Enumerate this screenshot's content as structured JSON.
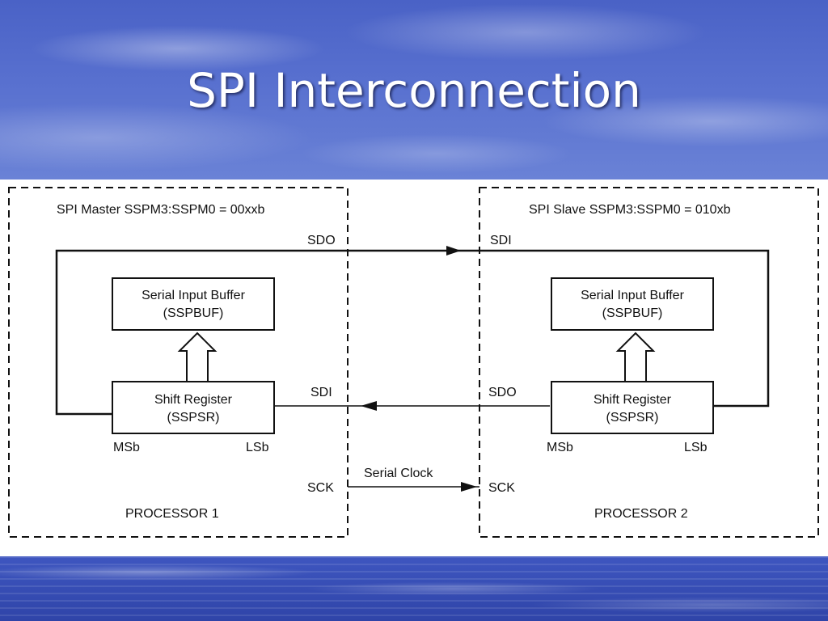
{
  "slide": {
    "title": "SPI Interconnection"
  },
  "diagram": {
    "master": {
      "mode_label": "SPI Master SSPM3:SSPM0 = ",
      "mode_value": "00xxb",
      "buffer_line1": "Serial Input Buffer",
      "buffer_line2": "(SSPBUF)",
      "shift_line1": "Shift Register",
      "shift_line2": "(SSPSR)",
      "msb": "MSb",
      "lsb": "LSb",
      "sdo": "SDO",
      "sdi": "SDI",
      "sck": "SCK",
      "processor": "PROCESSOR 1"
    },
    "slave": {
      "mode_label": "SPI Slave SSPM3:SSPM0 = ",
      "mode_value": "010xb",
      "buffer_line1": "Serial Input Buffer",
      "buffer_line2": "(SSPBUF)",
      "shift_line1": "Shift Register",
      "shift_line2": "(SSPSR)",
      "msb": "MSb",
      "lsb": "LSb",
      "sdi": "SDI",
      "sdo": "SDO",
      "sck": "SCK",
      "processor": "PROCESSOR 2"
    },
    "clock_label": "Serial Clock"
  }
}
